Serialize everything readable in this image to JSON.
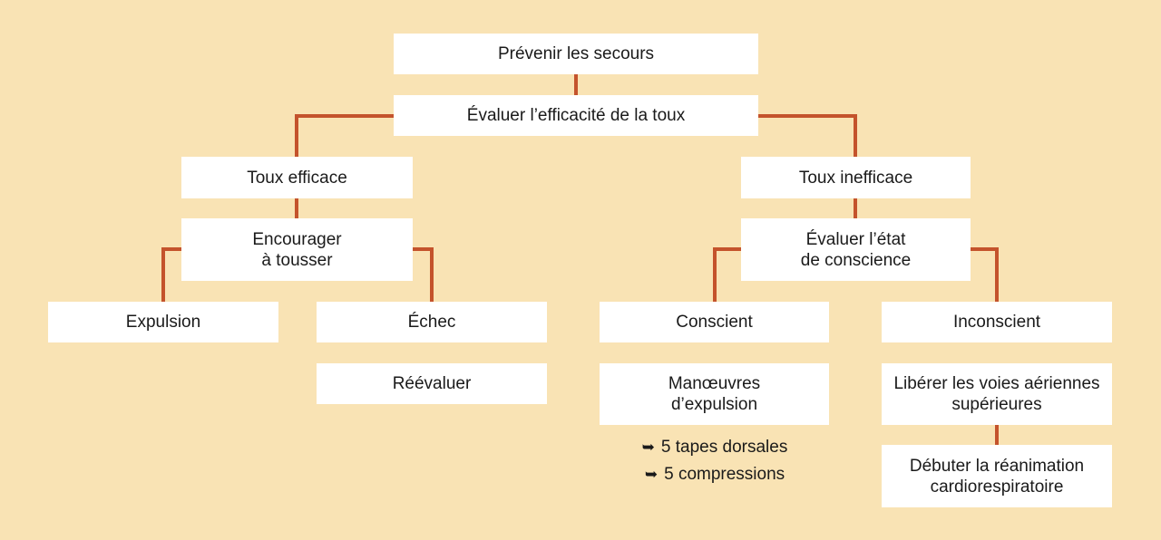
{
  "boxes": {
    "prevenir": "Prévenir les secours",
    "evaluer_toux": "Évaluer l’efficacité de la toux",
    "toux_efficace": "Toux efficace",
    "toux_inefficace": "Toux inefficace",
    "encourager": "Encourager\nà tousser",
    "evaluer_conscience": "Évaluer l’état\nde conscience",
    "expulsion": "Expulsion",
    "echec": "Échec",
    "reevaluer": "Réévaluer",
    "conscient": "Conscient",
    "inconscient": "Inconscient",
    "manoeuvres": "Manœuvres\nd’expulsion",
    "liberer": "Libérer les voies aériennes\nsupérieures",
    "debuter": "Débuter la réanimation\ncardiorespiratoire"
  },
  "notes": [
    {
      "icon": "curved-arrow-icon",
      "text": "5 tapes dorsales"
    },
    {
      "icon": "curved-arrow-icon",
      "text": "5 compressions"
    }
  ],
  "colors": {
    "background": "#F9E3B4",
    "box": "#FFFFFF",
    "connector": "#C4532C",
    "text": "#1A1A1A"
  }
}
